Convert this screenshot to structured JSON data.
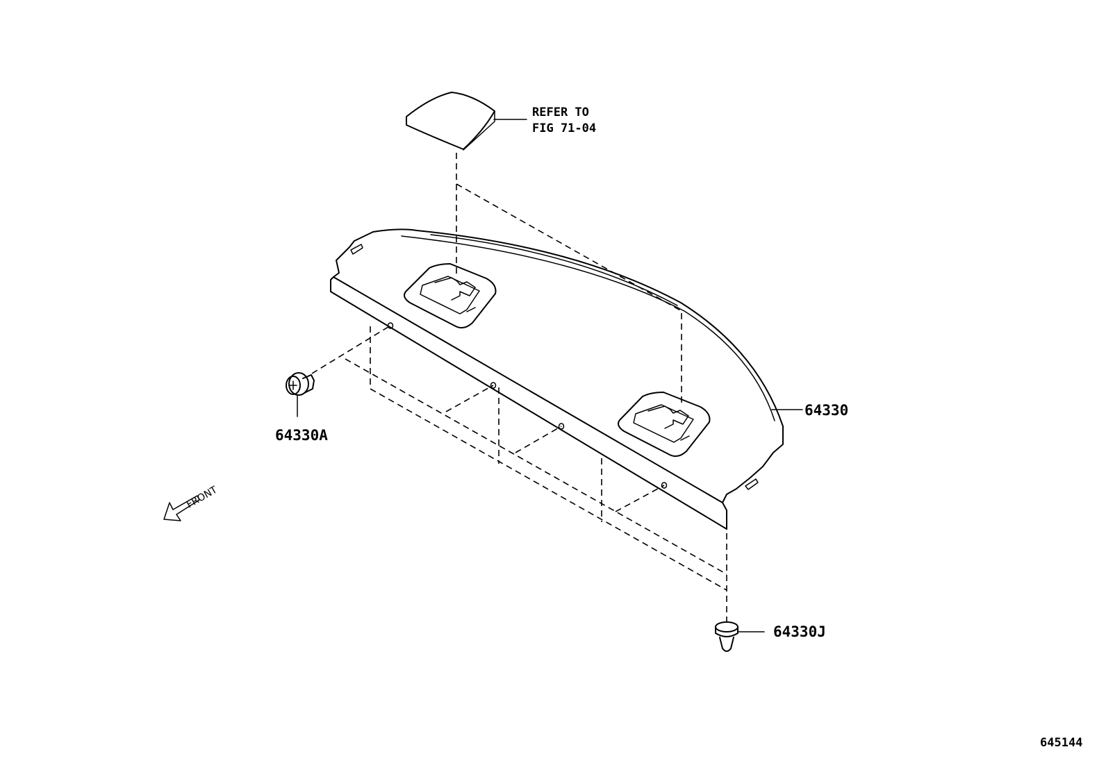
{
  "labels": {
    "refer_line1": "REFER TO",
    "refer_line2": "FIG 71-04",
    "part_main": "64330",
    "part_a": "64330A",
    "part_j": "64330J",
    "front": "FRONT",
    "figure_number": "645144"
  }
}
